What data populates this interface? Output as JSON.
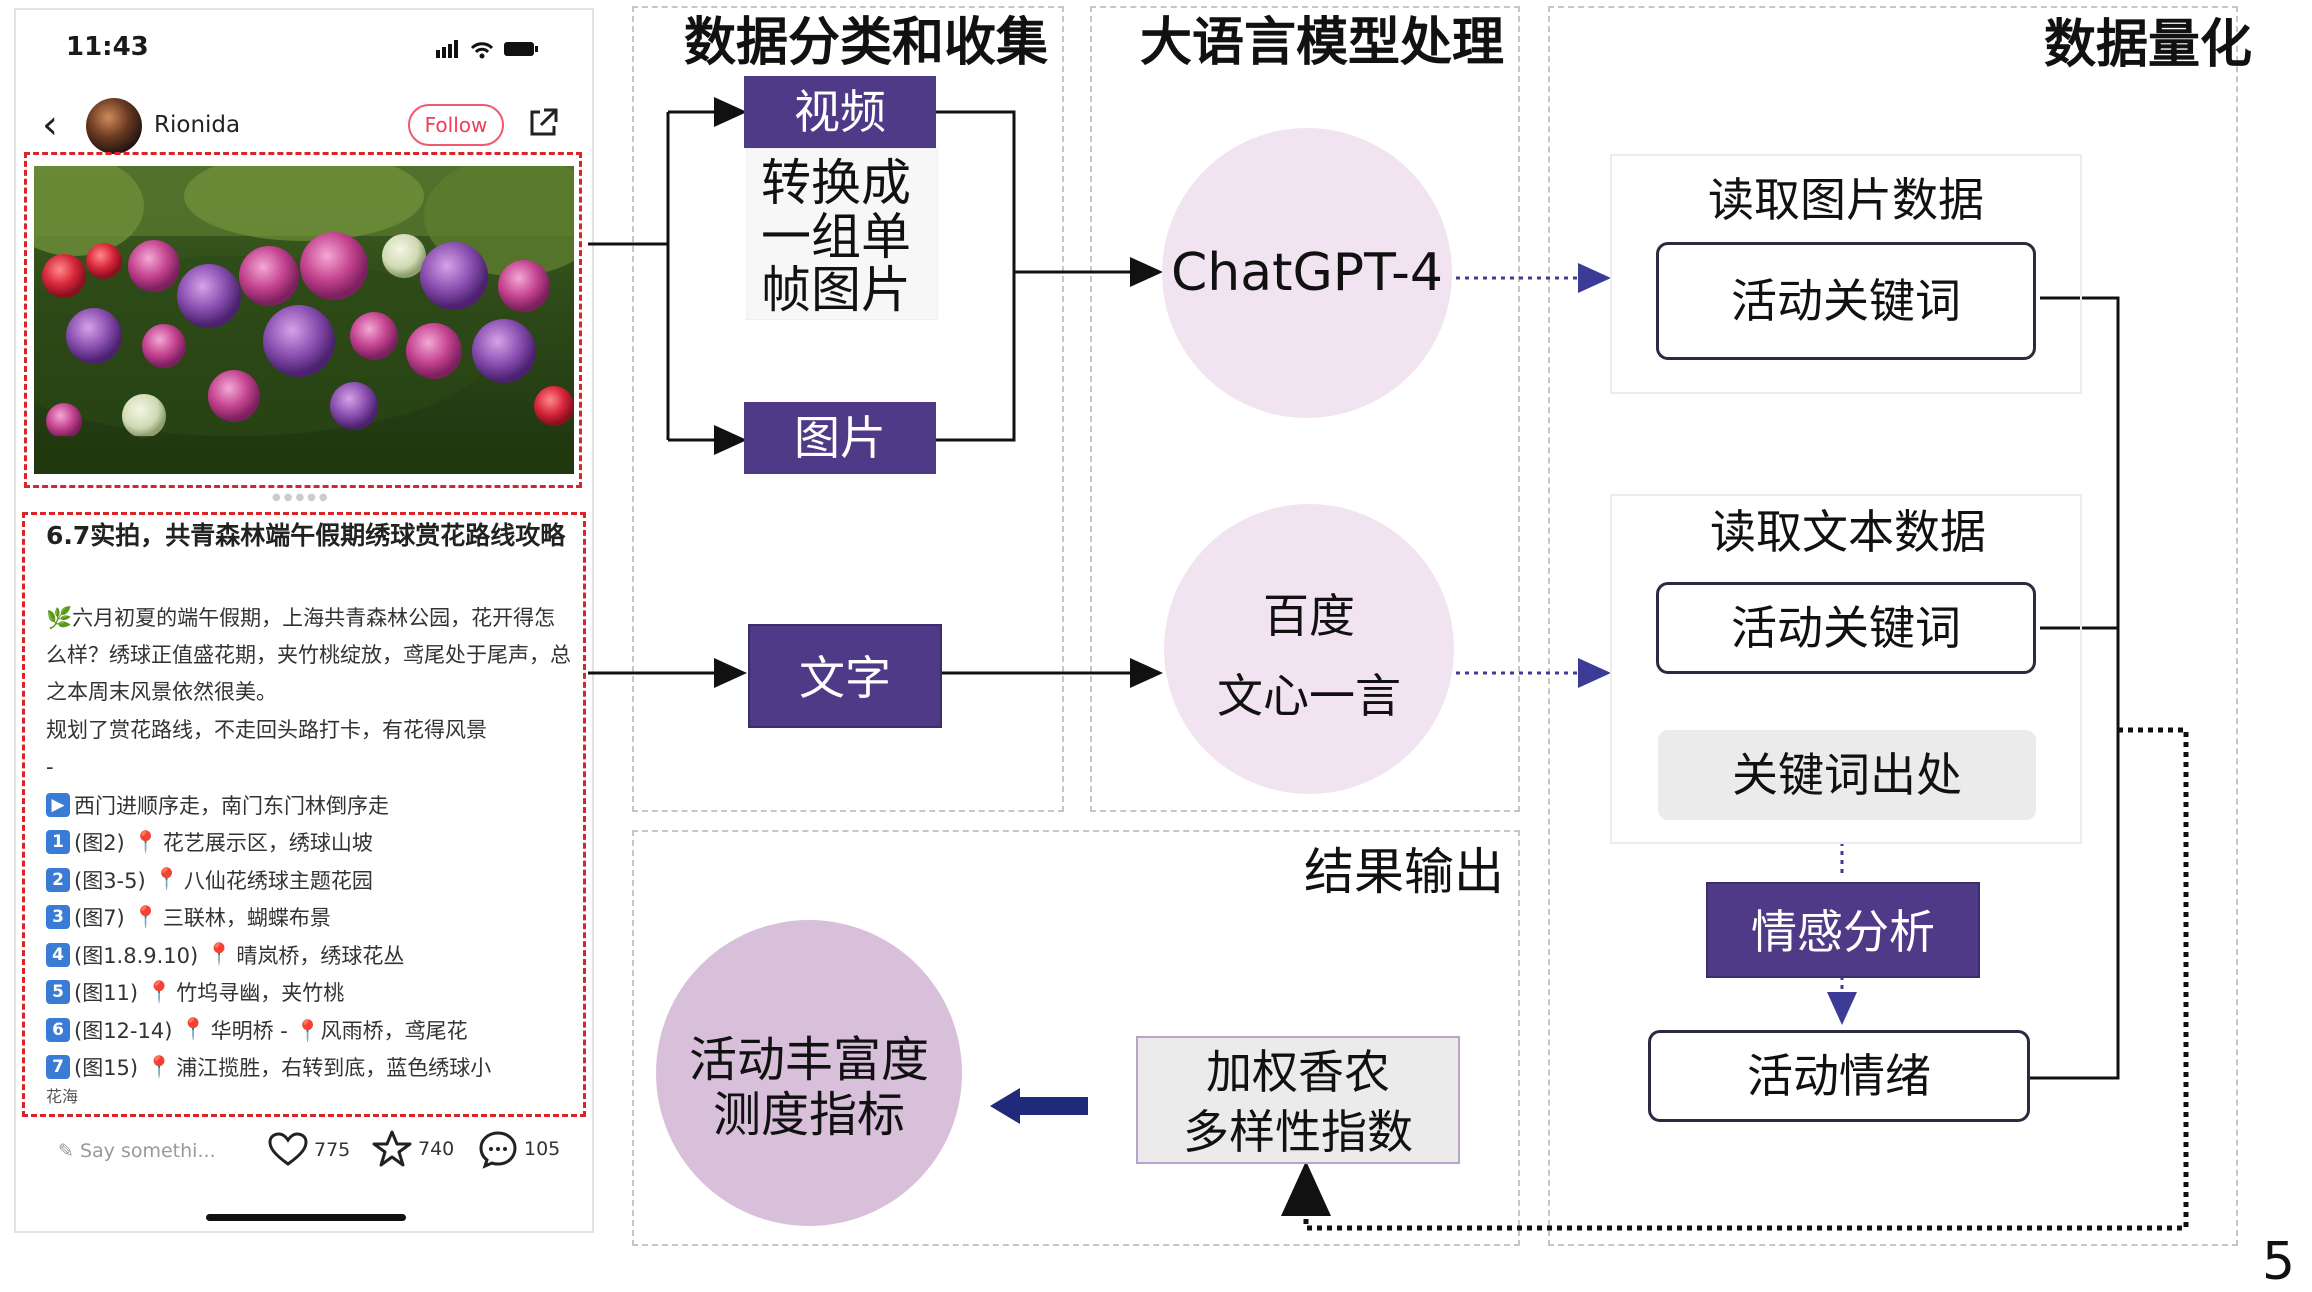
{
  "phone": {
    "time": "11:43",
    "username": "Rionida",
    "follow_label": "Follow",
    "post_title": "6.7实拍，共青森林端午假期绣球赏花路线攻略",
    "paragraphs": [
      "🌿六月初夏的端午假期，上海共青森林公园，花开得怎么样？绣球正值盛花期，夹竹桃绽放，鸢尾处于尾声，总之本周末风景依然很美。",
      "规划了赏花路线，不走回头路打卡，有花得风景",
      "-"
    ],
    "route_intro": "西门进顺序走，南门东门林倒序走",
    "routes": [
      {
        "num": "1",
        "fig": "(图2)",
        "place": "花艺展示区，绣球山坡"
      },
      {
        "num": "2",
        "fig": "(图3-5)",
        "place": "八仙花绣球主题花园"
      },
      {
        "num": "3",
        "fig": "(图7)",
        "place": "三联林，蝴蝶布景"
      },
      {
        "num": "4",
        "fig": "(图1.8.9.10)",
        "place": "晴岚桥，绣球花丛"
      },
      {
        "num": "5",
        "fig": "(图11)",
        "place": "竹坞寻幽，夹竹桃"
      },
      {
        "num": "6",
        "fig": "(图12-14)",
        "place": "华明桥 - 📍风雨桥，鸢尾花"
      },
      {
        "num": "7",
        "fig": "(图15)",
        "place": "浦江揽胜，右转到底，蓝色绣球小"
      }
    ],
    "route_tail": "花海",
    "comment_placeholder": "Say somethi...",
    "likes": "775",
    "stars": "740",
    "comments": "105"
  },
  "sections": {
    "collect_title": "数据分类和收集",
    "llm_title": "大语言模型处理",
    "quant_title": "数据量化",
    "output_title": "结果输出"
  },
  "collect": {
    "video": "视频",
    "video_note_lines": [
      "转换成",
      "一组单",
      "帧图片"
    ],
    "image": "图片",
    "text": "文字"
  },
  "llm": {
    "gpt": "ChatGPT-4",
    "baidu_lines": [
      "百度",
      "文心一言"
    ]
  },
  "quant": {
    "read_image": "读取图片数据",
    "keyword_1": "活动关键词",
    "read_text": "读取文本数据",
    "keyword_2": "活动关键词",
    "keyword_source": "关键词出处",
    "sentiment": "情感分析",
    "emotion": "活动情绪"
  },
  "output": {
    "richness_lines": [
      "活动丰富度",
      "测度指标"
    ],
    "shannon_lines": [
      "加权香农",
      "多样性指数"
    ]
  },
  "page_number": "5",
  "colors": {
    "purple": "#4e3a86",
    "circle_light": "#f1e4f0",
    "circle_dark": "#d8bfda",
    "red_dash": "#d9252a",
    "dotted_link": "#3c3c96",
    "arrow_navy": "#1f2a7a"
  }
}
